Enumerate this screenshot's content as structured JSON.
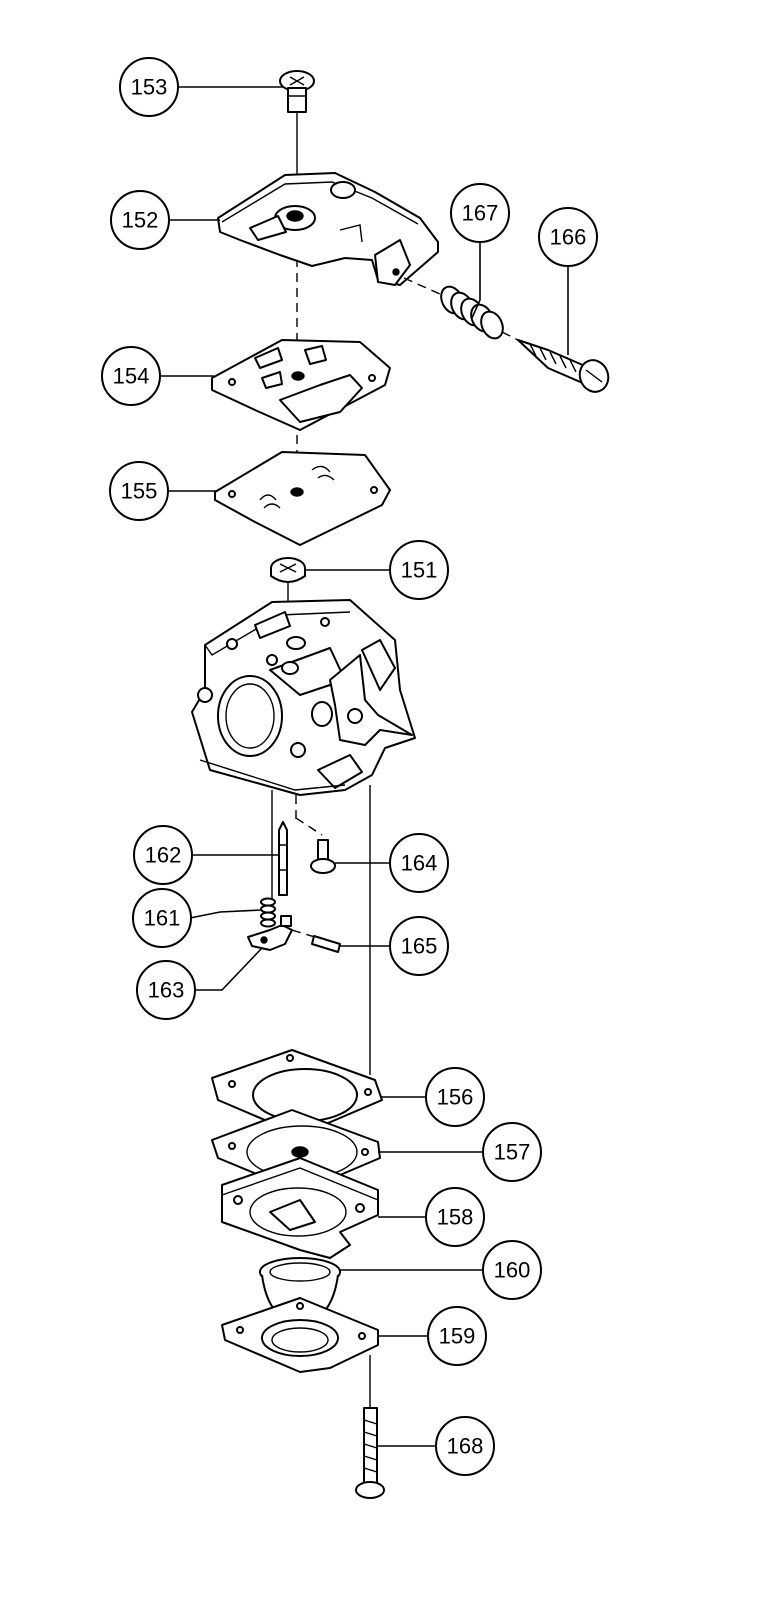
{
  "callouts": [
    {
      "id": "c153",
      "label": "153"
    },
    {
      "id": "c152",
      "label": "152"
    },
    {
      "id": "c167",
      "label": "167"
    },
    {
      "id": "c166",
      "label": "166"
    },
    {
      "id": "c154",
      "label": "154"
    },
    {
      "id": "c155",
      "label": "155"
    },
    {
      "id": "c151",
      "label": "151"
    },
    {
      "id": "c162",
      "label": "162"
    },
    {
      "id": "c164",
      "label": "164"
    },
    {
      "id": "c161",
      "label": "161"
    },
    {
      "id": "c165",
      "label": "165"
    },
    {
      "id": "c163",
      "label": "163"
    },
    {
      "id": "c156",
      "label": "156"
    },
    {
      "id": "c157",
      "label": "157"
    },
    {
      "id": "c158",
      "label": "158"
    },
    {
      "id": "c160",
      "label": "160"
    },
    {
      "id": "c159",
      "label": "159"
    },
    {
      "id": "c168",
      "label": "168"
    }
  ]
}
